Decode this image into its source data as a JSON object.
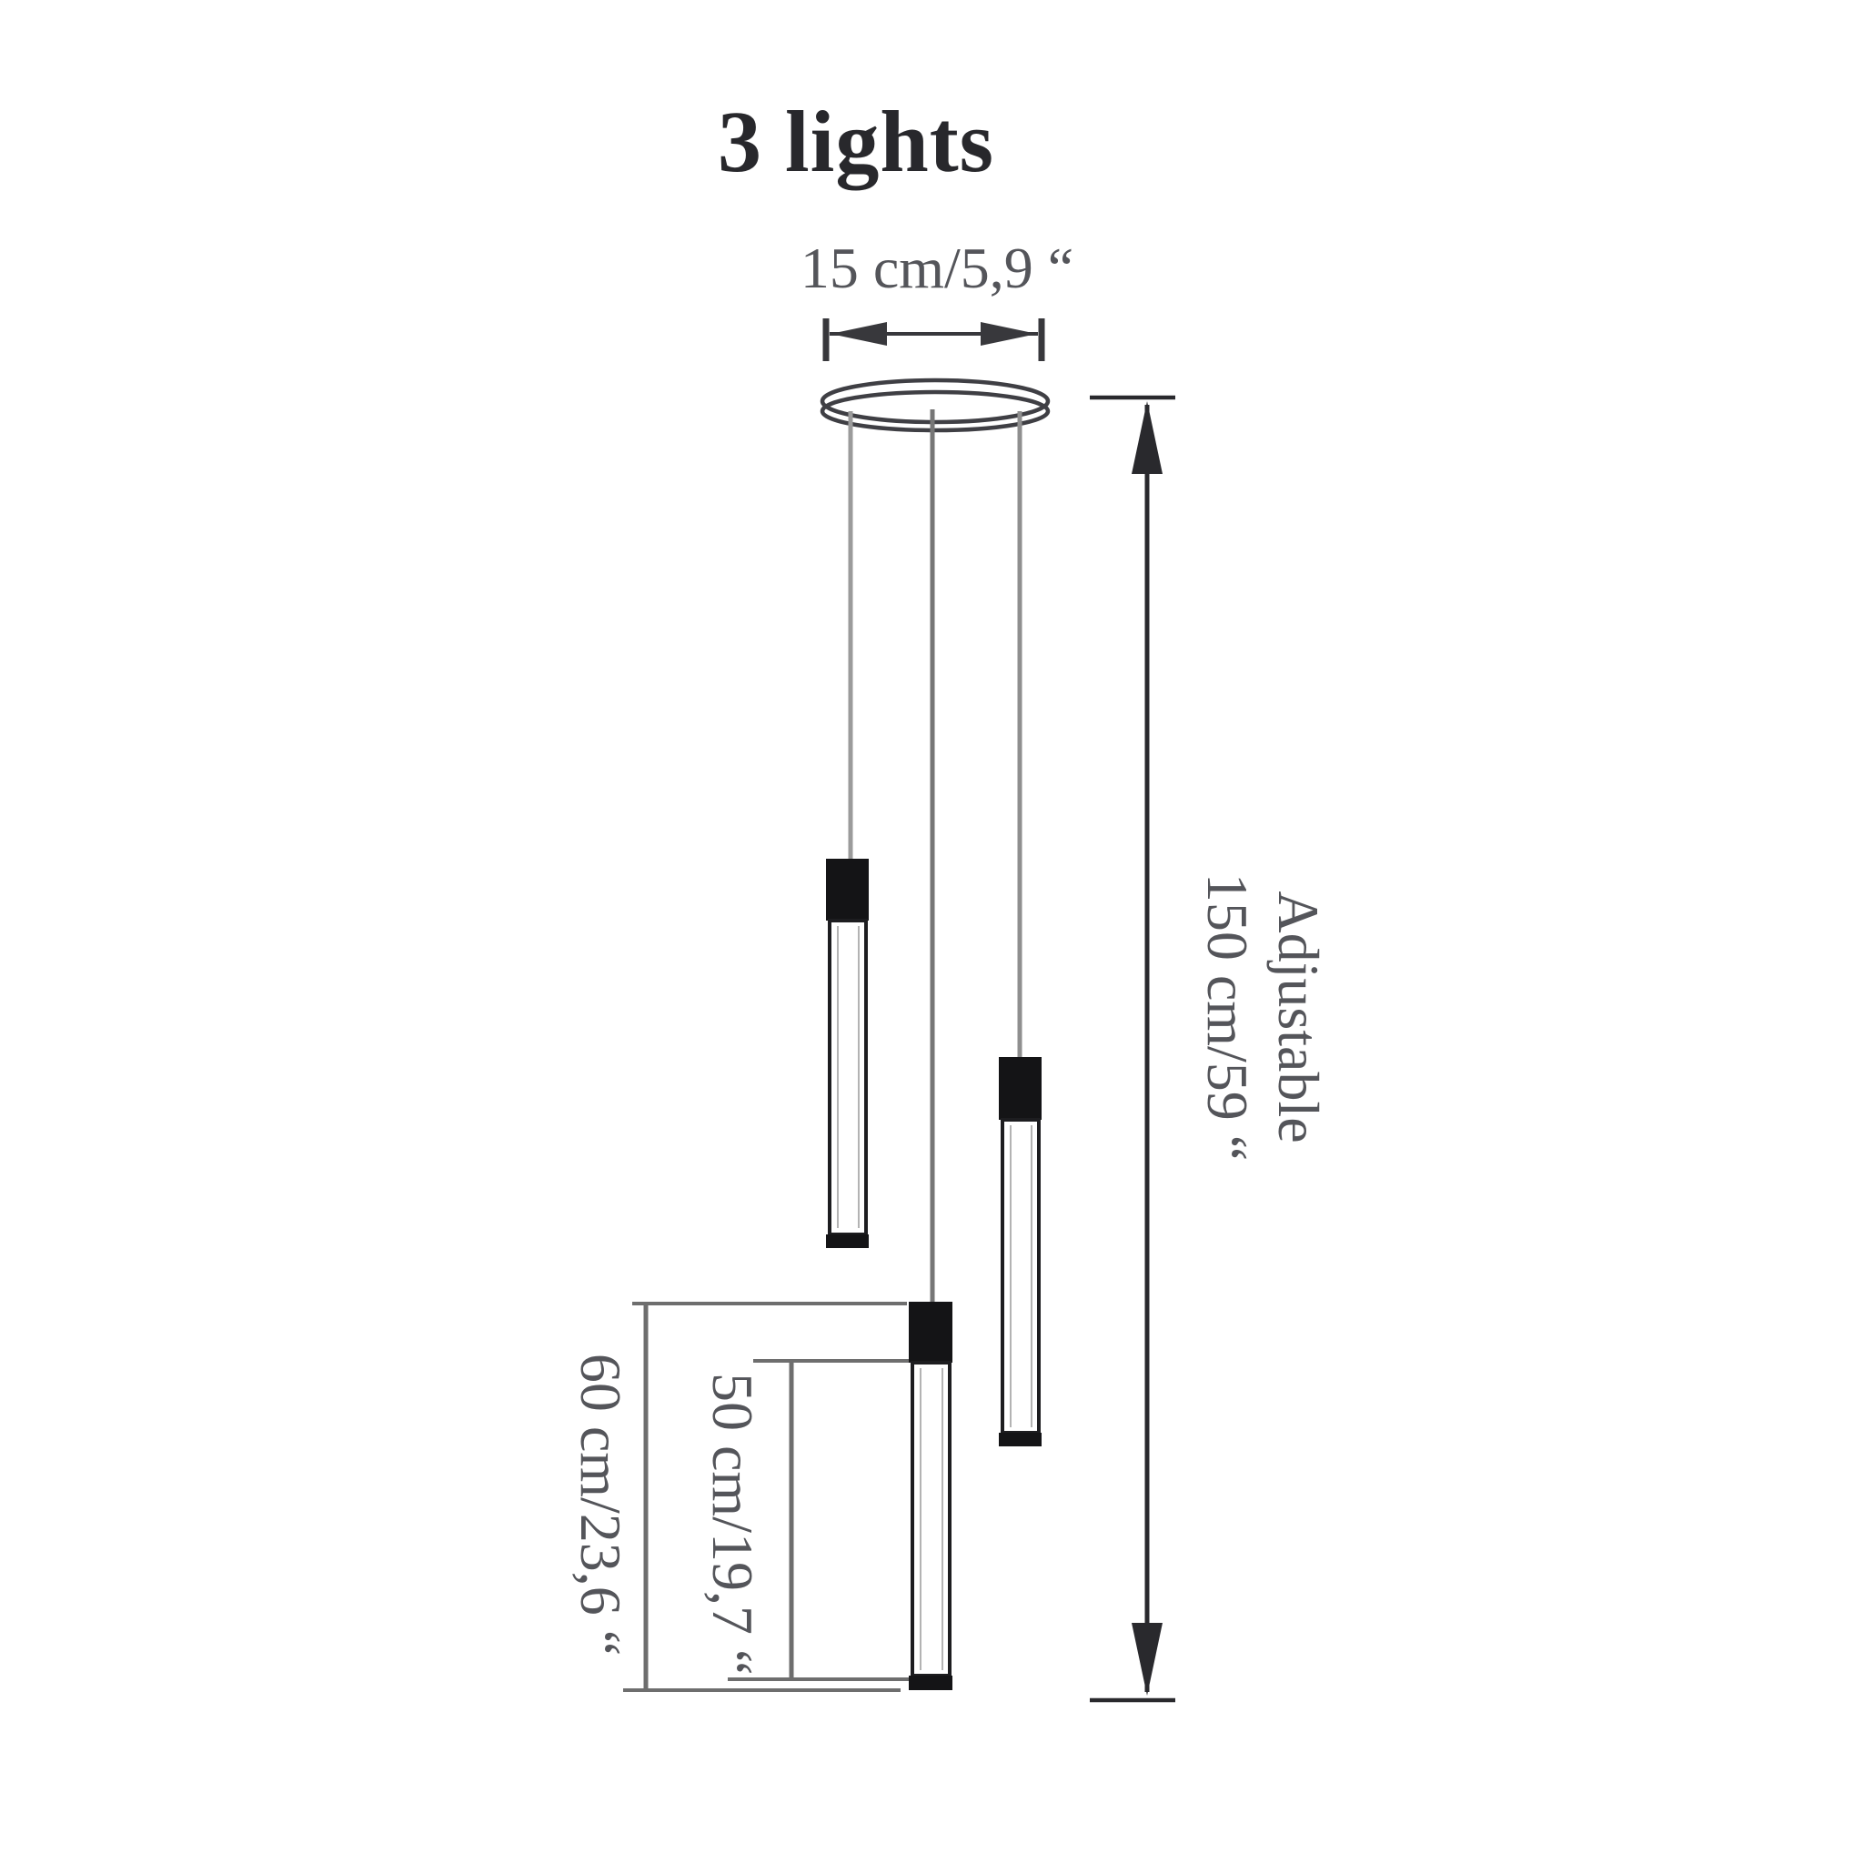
{
  "title": "3 lights",
  "labels": {
    "canopy_width": "15 cm/5,9 “",
    "adjustable": "Adjustable",
    "drop_length": "150 cm/59 “",
    "pendant_total_length": "60 cm/23,6 “",
    "pendant_tube_length": "50 cm/19,7 “"
  },
  "fixture": {
    "lights_count": 3,
    "canopy_width_cm": 15,
    "canopy_width_in": 5.9,
    "adjustable_drop_cm": 150,
    "adjustable_drop_in": 59,
    "pendant_length_cm": 60,
    "pendant_length_in": 23.6,
    "tube_length_cm": 50,
    "tube_length_in": 19.7
  },
  "colors": {
    "background": "#ffffff",
    "title_text": "#28282c",
    "dimension_text": "#54555a",
    "dark_line": "#38383c",
    "drop_dimension_line": "#29292d",
    "gray_dimension_line": "#6e6e6e",
    "cord_gray": "#8f8f8f",
    "pendant_black": "#141416",
    "tube_outline": "#1d1d20",
    "tube_inner_line": "#b3b3b3"
  }
}
